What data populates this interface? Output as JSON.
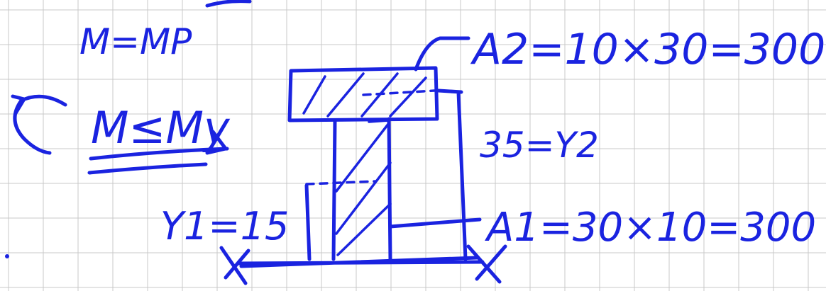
{
  "colors": {
    "ink": "#1a23e0",
    "grid": "#c9c9c9",
    "paper": "#ffffff"
  },
  "notes": {
    "m_mp": "M=MP",
    "m_my": "M≤My",
    "a2": "A2=10×30=300",
    "y2": "35=Y2",
    "y1": "Y1=15",
    "a1": "A1=30×10=300"
  }
}
